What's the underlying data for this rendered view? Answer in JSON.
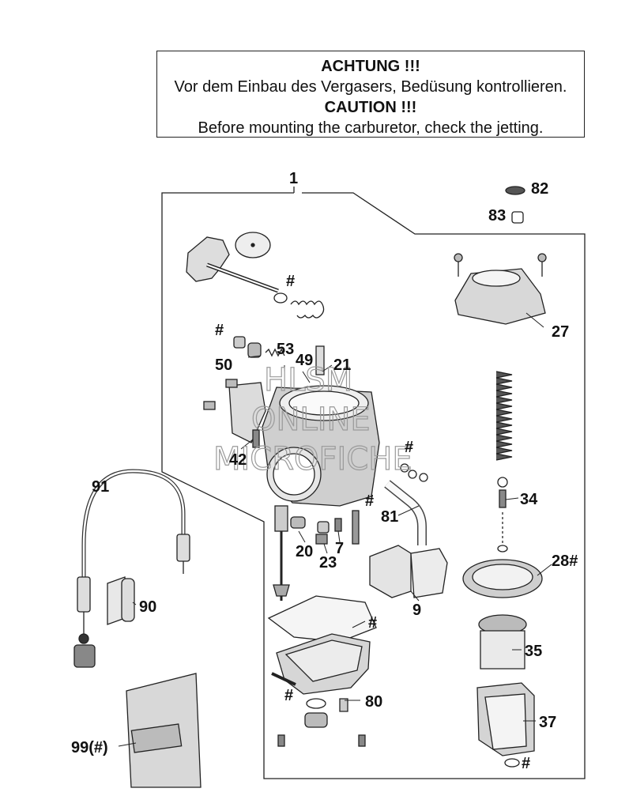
{
  "notice": {
    "line1": "ACHTUNG !!!",
    "line2": "Vor dem Einbau des Vergasers, Bedüsung kontrollieren.",
    "line3": "CAUTION !!!",
    "line4": "Before mounting the carburetor, check the jetting."
  },
  "callouts": {
    "c1": "1",
    "c82": "82",
    "c83": "83",
    "c27": "27",
    "hash_top": "#",
    "hash_50": "#",
    "c50": "50",
    "c53": "53",
    "c49": "49",
    "c21": "21",
    "c42": "42",
    "hash_mid": "#",
    "c34": "34",
    "c81": "81",
    "hash_7": "#",
    "c91": "91",
    "c20": "20",
    "c7": "7",
    "c23": "23",
    "c28": "28#",
    "c9": "9",
    "c90": "90",
    "hash_bowl": "#",
    "c35": "35",
    "hash_80": "#",
    "c80": "80",
    "c37": "37",
    "c99": "99(#)",
    "hash_bottom": "#"
  },
  "watermark": {
    "line1": "HLSM",
    "line2": "ONLINE",
    "line3": "MICROFICHE"
  }
}
